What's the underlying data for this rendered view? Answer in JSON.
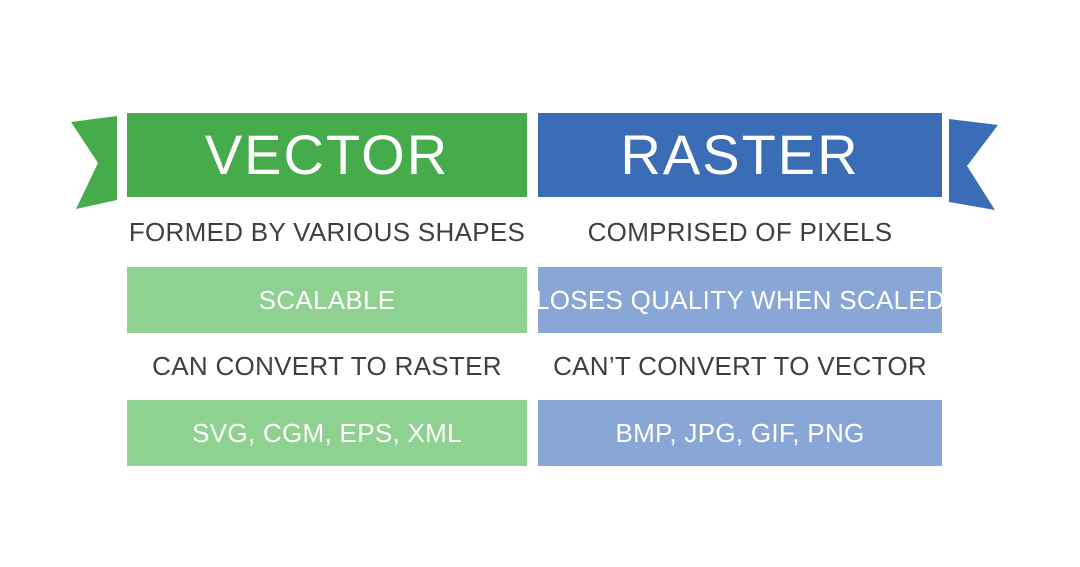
{
  "title": "Vector vs Raster comparison infographic",
  "colors": {
    "vector_primary": "#46ab4b",
    "vector_light": "#8ed190",
    "raster_primary": "#3a6db5",
    "raster_light": "#89a7d6",
    "text_dark": "#3f3f3f",
    "text_light": "#ffffff",
    "background": "#ffffff"
  },
  "columns": [
    {
      "id": "vector",
      "header": "VECTOR",
      "rows": [
        {
          "type": "plain",
          "text": "FORMED BY VARIOUS SHAPES"
        },
        {
          "type": "band",
          "text": "SCALABLE"
        },
        {
          "type": "plain",
          "text": "CAN CONVERT TO RASTER"
        },
        {
          "type": "band",
          "text": "SVG, CGM, EPS, XML"
        }
      ]
    },
    {
      "id": "raster",
      "header": "RASTER",
      "rows": [
        {
          "type": "plain",
          "text": "COMPRISED OF PIXELS"
        },
        {
          "type": "band",
          "text": "LOSES QUALITY WHEN SCALED"
        },
        {
          "type": "plain",
          "text": "CAN’T CONVERT TO VECTOR"
        },
        {
          "type": "band",
          "text": "BMP, JPG, GIF, PNG"
        }
      ]
    }
  ]
}
